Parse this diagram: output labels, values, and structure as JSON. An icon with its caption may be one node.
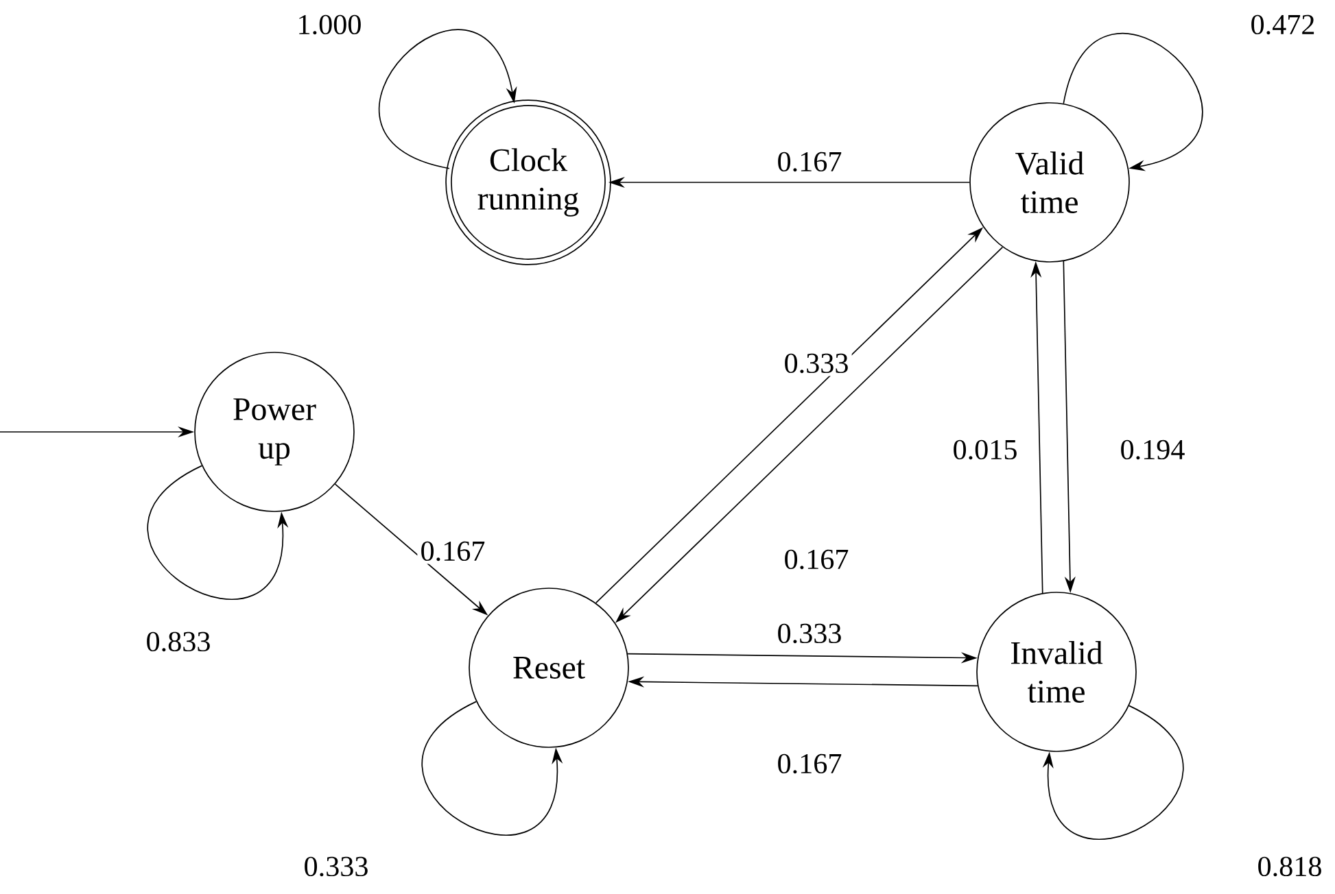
{
  "diagram": {
    "nodes": [
      {
        "text": [
          "Clock running"
        ]
      },
      {
        "text": [
          "Valid time"
        ]
      },
      {
        "text": [
          "Power up"
        ]
      },
      {
        "text": [
          "Reset"
        ]
      },
      {
        "text": [
          "Invalid time"
        ]
      }
    ],
    "edges": [
      {
        "from": 0,
        "to": 0,
        "arrow": "to",
        "label": "1.000"
      },
      {
        "from": 1,
        "to": 0,
        "arrow": "to",
        "label": "0.167"
      },
      {
        "from": 1,
        "to": 1,
        "arrow": "to",
        "label": "0.472"
      },
      {
        "from": null,
        "to": 2,
        "arrow": "to"
      },
      {
        "from": 2,
        "to": 2,
        "arrow": "to",
        "label": "0.833"
      },
      {
        "from": 2,
        "to": 3,
        "arrow": "to",
        "label": "0.167"
      },
      {
        "from": 3,
        "to": 1,
        "arrow": "to",
        "label": "0.333"
      },
      {
        "from": 1,
        "to": 3,
        "arrow": "to",
        "label": "0.167"
      },
      {
        "from": 4,
        "to": 1,
        "arrow": "to",
        "label": "0.015"
      },
      {
        "from": 1,
        "to": 4,
        "arrow": "to",
        "label": "0.194"
      },
      {
        "from": 3,
        "to": 4,
        "arrow": "to",
        "label": "0.333"
      },
      {
        "from": 4,
        "to": 3,
        "arrow": "to",
        "label": "0.167"
      },
      {
        "from": 3,
        "to": 3,
        "arrow": "to",
        "label": "0.333"
      },
      {
        "from": 4,
        "to": 4,
        "arrow": "to",
        "label": "0.818"
      }
    ]
  }
}
